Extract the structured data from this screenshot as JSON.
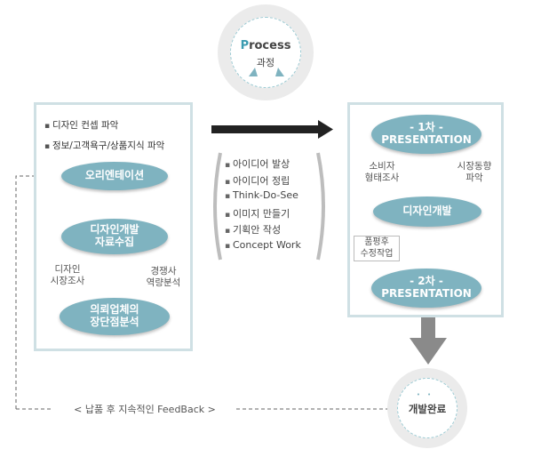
{
  "process": {
    "title_p": "P",
    "title_rest": "rocess",
    "subtitle": "과정"
  },
  "left": {
    "bullets": [
      "디자인 컨셉 파악",
      "정보/고객욕구/상품지식 파악"
    ],
    "orientation": "오리엔테이션",
    "dev_line1": "디자인개발",
    "dev_line2": "자료수집",
    "market_line1": "디자인",
    "market_line2": "시장조사",
    "comp_line1": "경쟁사",
    "comp_line2": "역량분석",
    "client_line1": "의뢰업체의",
    "client_line2": "장단점분석"
  },
  "middle": {
    "items": [
      "아이디어 발상",
      "아이디어 정립",
      "Think-Do-See",
      "이미지 만들기",
      "기획안 작성",
      "Concept Work"
    ]
  },
  "right": {
    "first_line1": "- 1차 -",
    "first_line2": "PRESENTATION",
    "consumer_line1": "소비자",
    "consumer_line2": "형태조사",
    "market_line1": "시장동향",
    "market_line2": "파악",
    "design_dev": "디자인개발",
    "review_line1": "품평후",
    "review_line2": "수정작업",
    "second_line1": "- 2차 -",
    "second_line2": "PRESENTATION"
  },
  "done": "개발완료",
  "feedback": "< 납품 후 지속적인 FeedBack >",
  "colors": {
    "oval": "#7fb3c0",
    "panel_border": "#cfe0e4",
    "accent_p": "#3a9bb0",
    "arrow_gray": "#8a8a8a"
  }
}
